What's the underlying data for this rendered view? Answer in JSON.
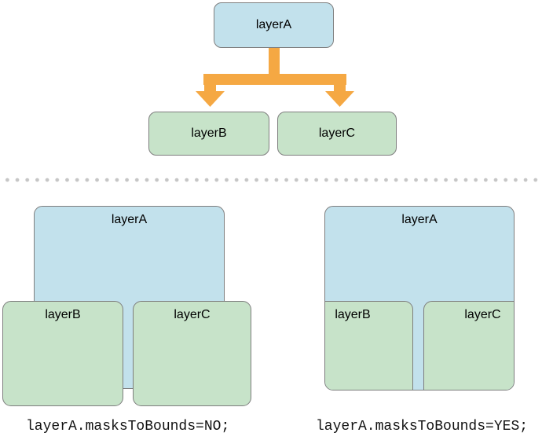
{
  "tree": {
    "parent": "layerA",
    "child_left": "layerB",
    "child_right": "layerC"
  },
  "example_no": {
    "parent": "layerA",
    "child_left": "layerB",
    "child_right": "layerC",
    "caption": "layerA.masksToBounds=NO;"
  },
  "example_yes": {
    "parent": "layerA",
    "child_left": "layerB",
    "child_right": "layerC",
    "caption": "layerA.masksToBounds=YES;"
  },
  "colors": {
    "parent_layer_fill": "#c2e1ec",
    "child_layer_fill": "#c7e3c9",
    "box_border": "#7e7e7e",
    "arrow": "#f5a843",
    "divider_dots": "#c6c6c6",
    "text": "#000000"
  }
}
